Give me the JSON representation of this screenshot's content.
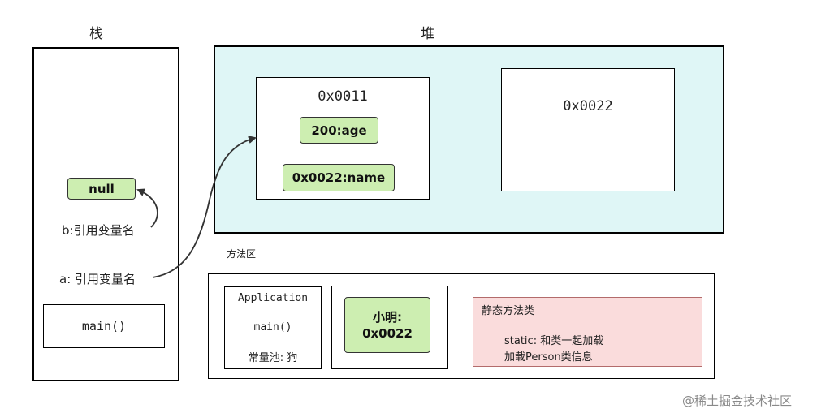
{
  "stack": {
    "title": "栈",
    "null_label": "null",
    "b_label": "b:引用变量名",
    "a_label": "a: 引用变量名",
    "main_label": "main()"
  },
  "heap": {
    "title": "堆",
    "obj1": {
      "addr": "0x0011",
      "field1": "200:age",
      "field2": "0x0022:name"
    },
    "obj2": {
      "addr": "0x0022"
    }
  },
  "method_area": {
    "title": "方法区",
    "application": {
      "title": "Application",
      "main": "main()",
      "pool": "常量池: 狗"
    },
    "string_obj": {
      "line1": "小明:",
      "line2": "0x0022"
    },
    "static": {
      "title": "静态方法类",
      "line1": "static: 和类一起加载",
      "line2": "加载Person类信息"
    }
  },
  "watermark": "@稀土掘金技术社区",
  "colors": {
    "heap_bg": "#dff6f6",
    "green_box": "#cdeeb1",
    "static_box": "#fadcdc"
  }
}
